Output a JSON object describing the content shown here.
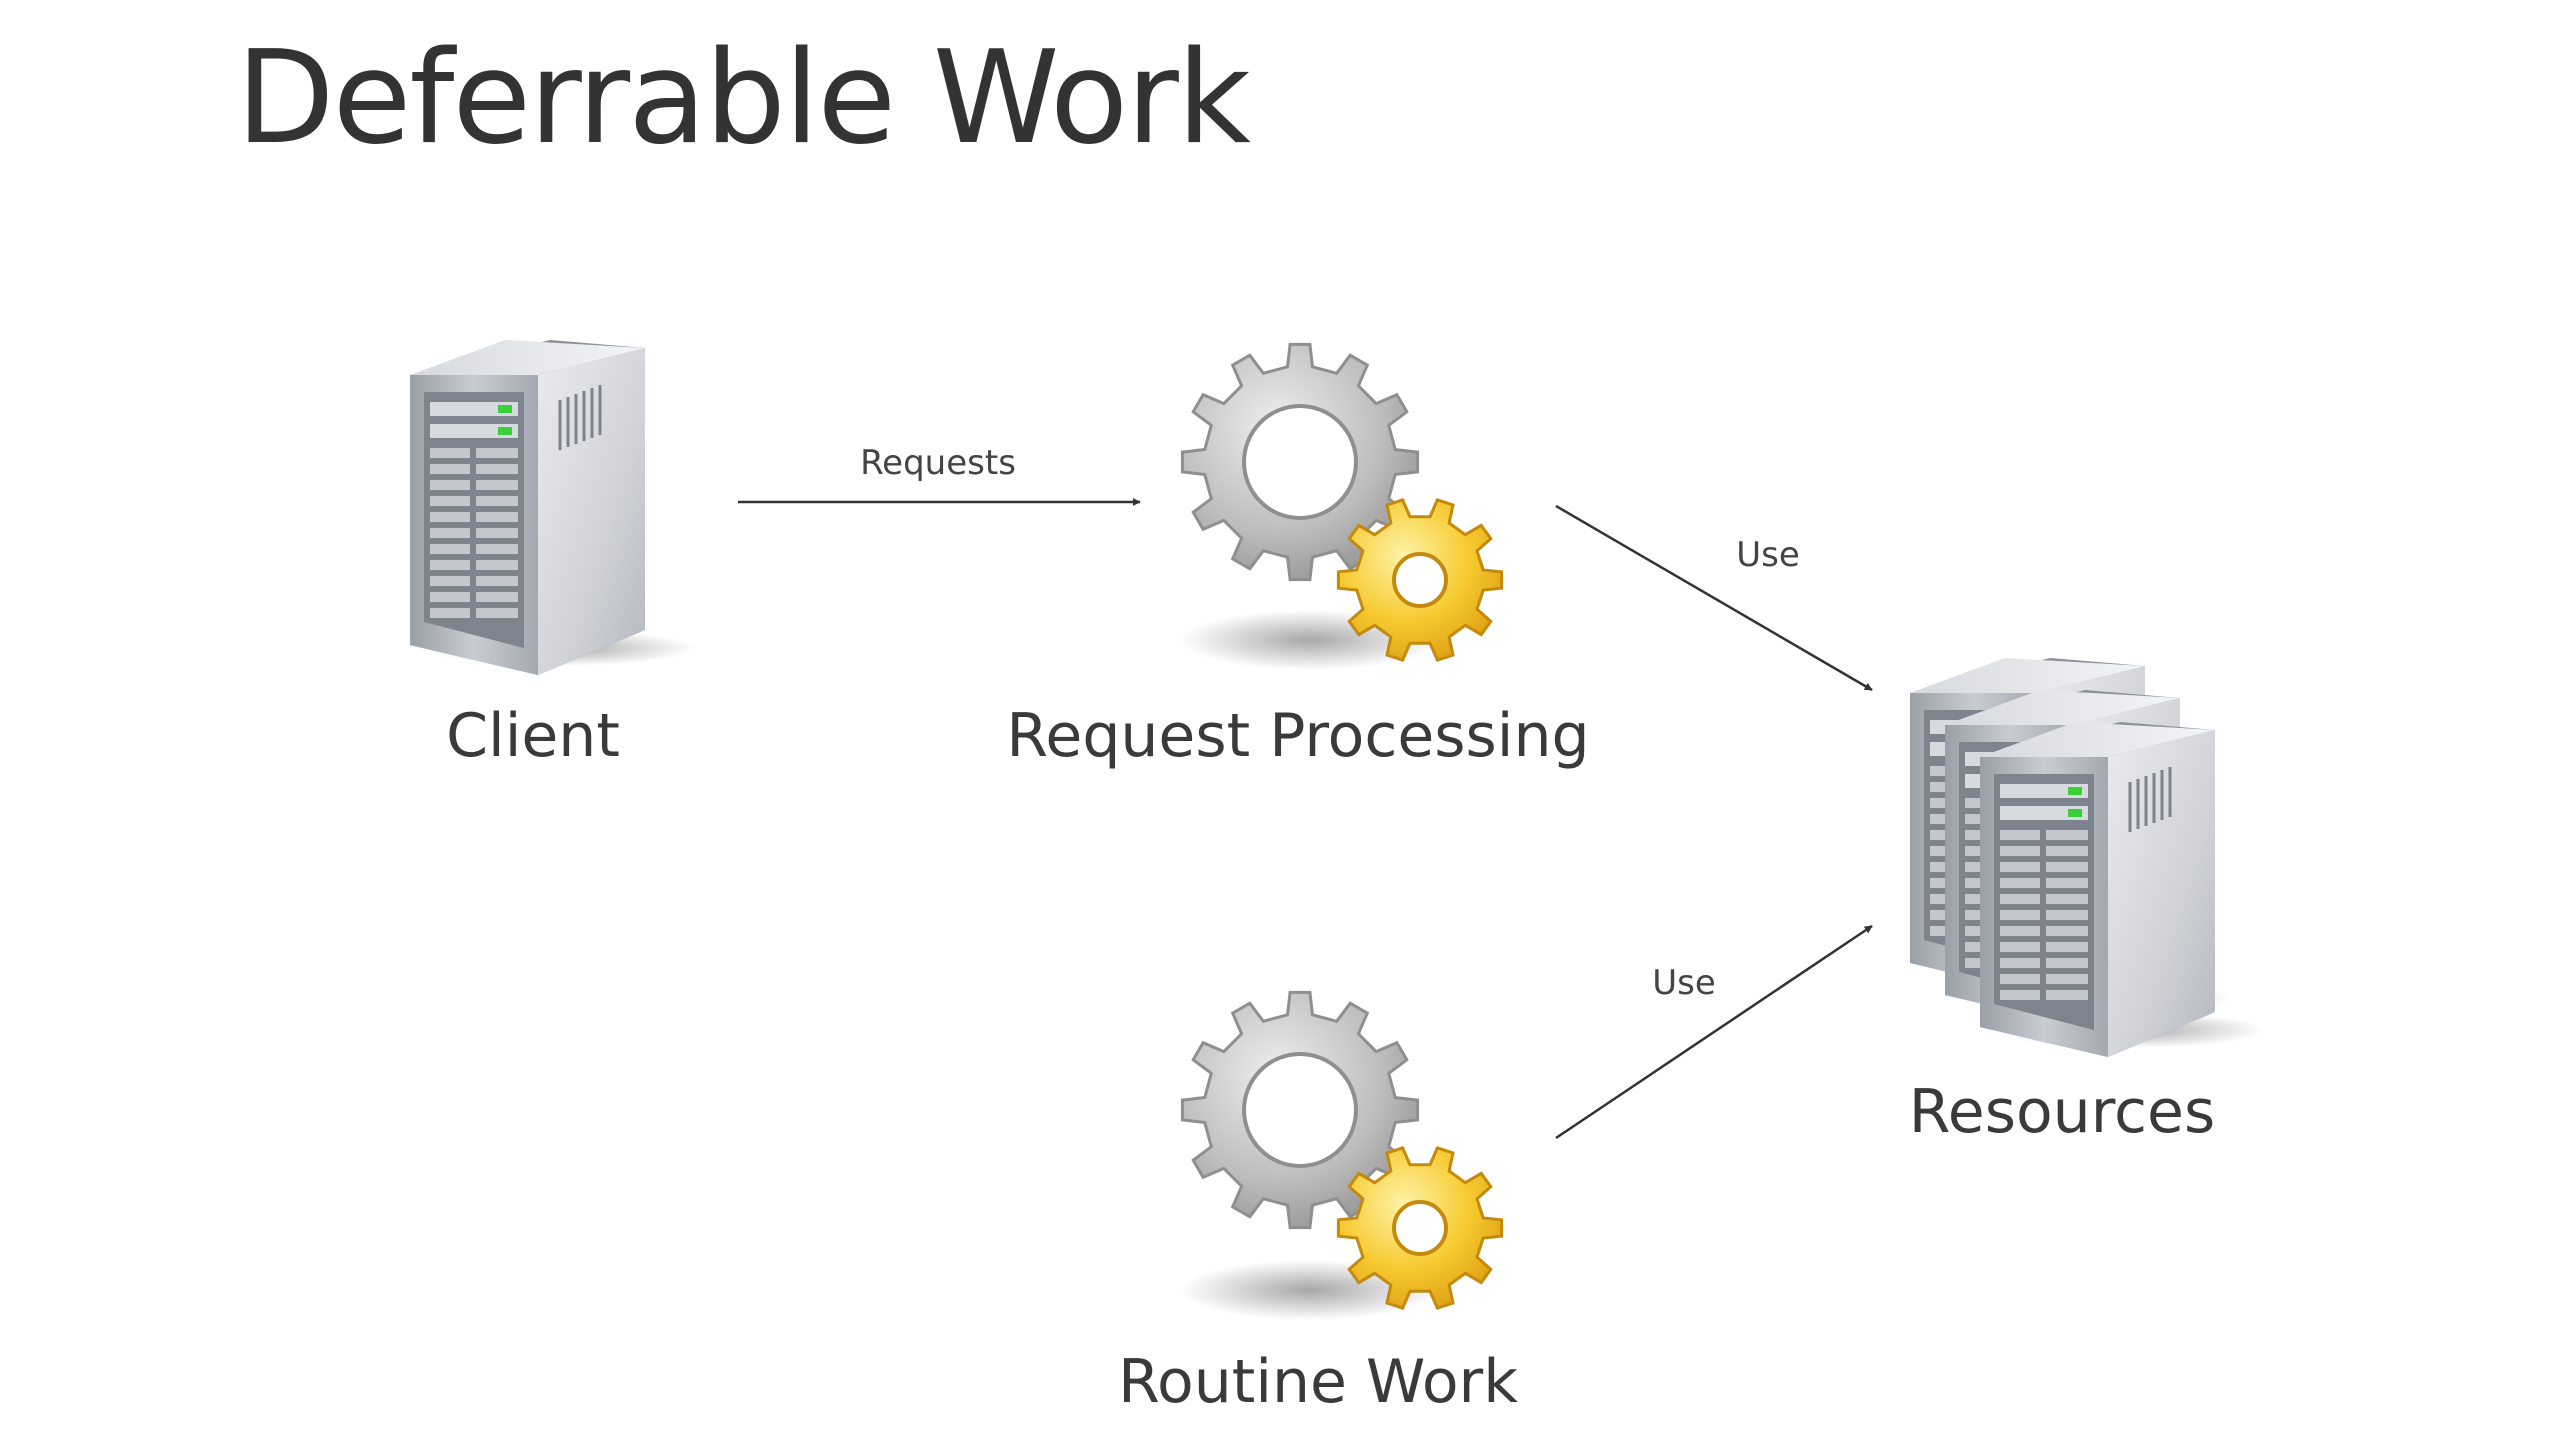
{
  "slide": {
    "title": "Deferrable Work"
  },
  "nodes": {
    "client": {
      "label": "Client",
      "icon": "server-tower-icon"
    },
    "request_processing": {
      "label": "Request Processing",
      "icon": "gears-icon"
    },
    "routine_work": {
      "label": "Routine Work",
      "icon": "gears-icon"
    },
    "resources": {
      "label": "Resources",
      "icon": "server-cluster-icon"
    }
  },
  "edges": {
    "requests": {
      "from": "client",
      "to": "request_processing",
      "label": "Requests"
    },
    "use_top": {
      "from": "request_processing",
      "to": "resources",
      "label": "Use"
    },
    "use_bottom": {
      "from": "routine_work",
      "to": "resources",
      "label": "Use"
    }
  },
  "colors": {
    "gear_grey": "#a9a9a9",
    "gear_yellow": "#f2c12e",
    "server_silver": "#c9ccd2",
    "server_led": "#39d03a",
    "arrow": "#333333"
  }
}
